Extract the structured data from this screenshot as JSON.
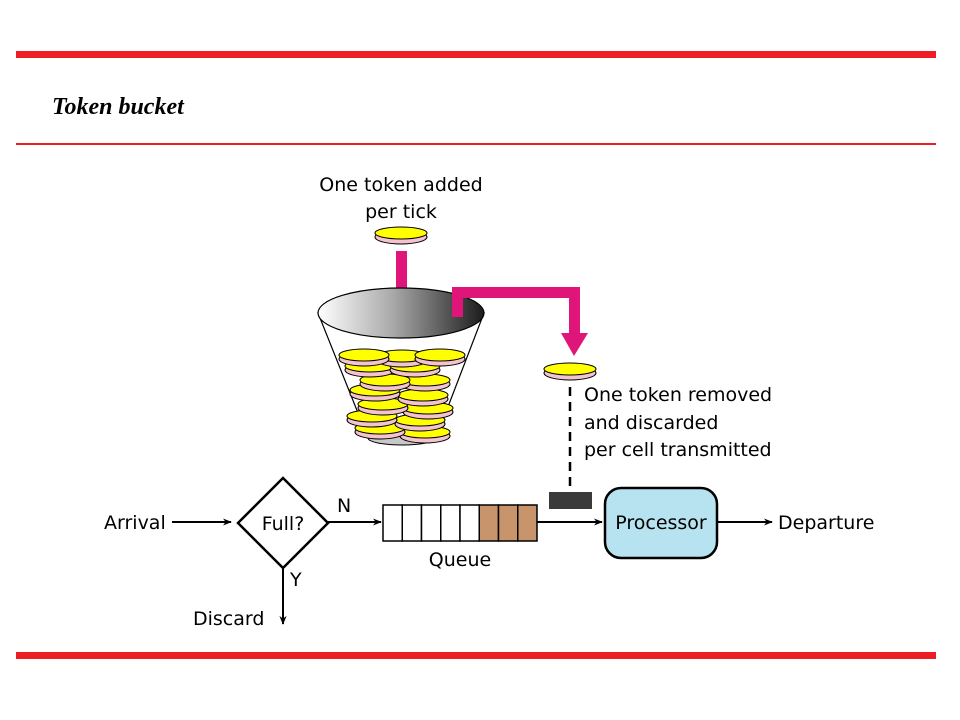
{
  "slide": {
    "title": "Token bucket"
  },
  "colors": {
    "accent_red": "#ee1c25",
    "token_arrow": "#e0157a",
    "token_fill": "#ffff00",
    "token_rim": "#f4c3cf",
    "processor_fill": "#b7e2f0",
    "queue_filled": "#c8946b",
    "gate_block": "#3a3a3a"
  },
  "diagram": {
    "token_added_line1": "One token added",
    "token_added_line2": "per tick",
    "token_removed_line1": "One token removed",
    "token_removed_line2": "and discarded",
    "token_removed_line3": "per cell transmitted",
    "arrival": "Arrival",
    "decision": "Full?",
    "branch_no": "N",
    "branch_yes": "Y",
    "discard": "Discard",
    "queue_label": "Queue",
    "processor": "Processor",
    "departure": "Departure",
    "queue_cells_total": 8,
    "queue_cells_filled": 3
  }
}
